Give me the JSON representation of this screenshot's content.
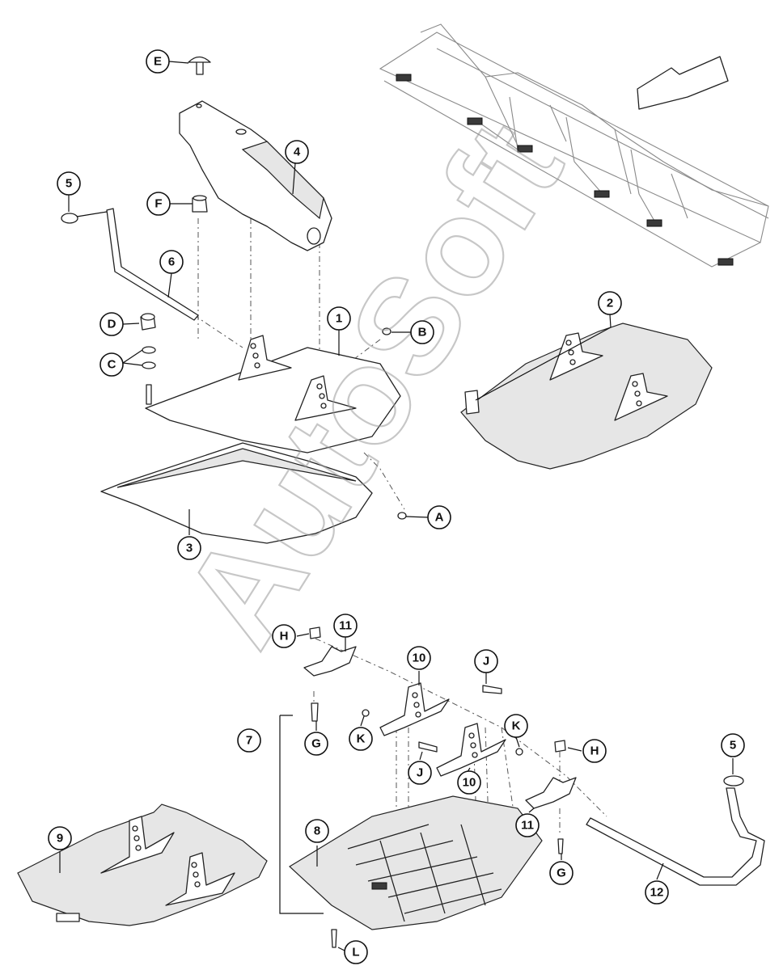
{
  "watermark": "AutoSoft",
  "callouts": {
    "c1": "1",
    "c2": "2",
    "c3": "3",
    "c4": "4",
    "c5a": "5",
    "c5b": "5",
    "c6": "6",
    "c7": "7",
    "c8": "8",
    "c9": "9",
    "c10a": "10",
    "c10b": "10",
    "c11a": "11",
    "c11b": "11",
    "c12": "12",
    "cA": "A",
    "cB": "B",
    "cC": "C",
    "cD": "D",
    "cE": "E",
    "cF": "F",
    "cG1": "G",
    "cG2": "G",
    "cH1": "H",
    "cH2": "H",
    "cJ1": "J",
    "cJ2": "J",
    "cK1": "K",
    "cK2": "K",
    "cL": "L"
  },
  "colors": {
    "line": "#222222",
    "shade": "#e6e6e6",
    "frame": "#8a8a8a",
    "watermark": "#9a9a9a"
  },
  "icons": {
    "direction-arrow": "arrow-icon"
  }
}
